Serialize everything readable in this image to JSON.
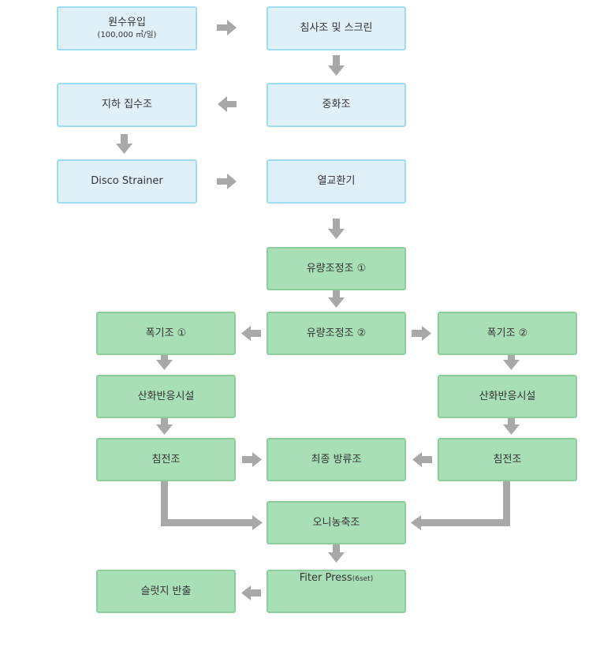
{
  "nodes": {
    "raw_inflow": {
      "label": "원수유입",
      "sub": "(100,000 ㎥/일)"
    },
    "sedimentation_screen": {
      "label": "침사조 및 스크린"
    },
    "underground_collection": {
      "label": "지하 집수조"
    },
    "neutralization": {
      "label": "중화조"
    },
    "disco_strainer": {
      "label": "Disco Strainer"
    },
    "heat_exchanger": {
      "label": "열교환기"
    },
    "equalization_1": {
      "label": "유량조정조 ①"
    },
    "aeration_1": {
      "label": "폭기조 ①"
    },
    "equalization_2": {
      "label": "유량조정조 ②"
    },
    "aeration_2": {
      "label": "폭기조 ②"
    },
    "oxidation_1": {
      "label": "산화반응시설"
    },
    "oxidation_2": {
      "label": "산화반응시설"
    },
    "settling_1": {
      "label": "침전조"
    },
    "final_discharge": {
      "label": "최종 방류조"
    },
    "settling_2": {
      "label": "침전조"
    },
    "sludge_thickener": {
      "label": "오니농축조"
    },
    "sludge_export": {
      "label": "슬럿지 반출"
    },
    "filter_press": {
      "label": "Fiter Press",
      "suffix": "(6set)"
    }
  },
  "colors": {
    "blue_fill": "#dff0f8",
    "blue_border": "#9fdcf0",
    "green_fill": "#a9dfb6",
    "green_border": "#8ccf9c",
    "arrow": "#a8a8a8"
  }
}
